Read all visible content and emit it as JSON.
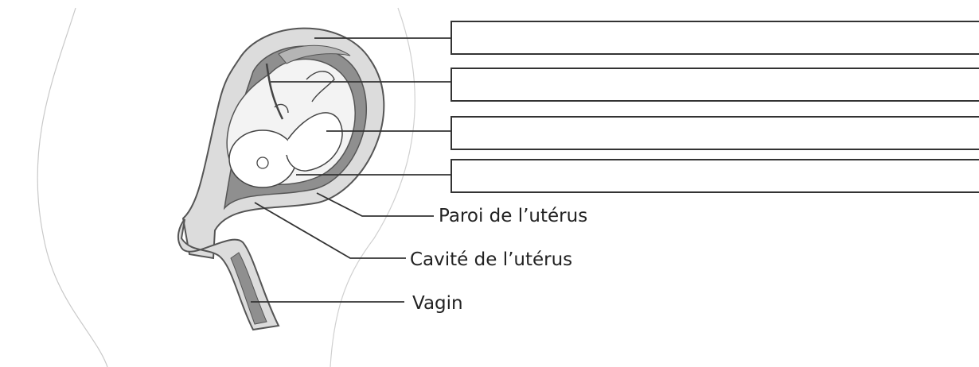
{
  "diagram": {
    "labels": {
      "uterus_wall": "Paroi de l’utérus",
      "uterus_cavity": "Cavité de l’utérus",
      "vagina": "Vagin"
    },
    "answer_boxes": [
      "",
      "",
      "",
      ""
    ]
  }
}
